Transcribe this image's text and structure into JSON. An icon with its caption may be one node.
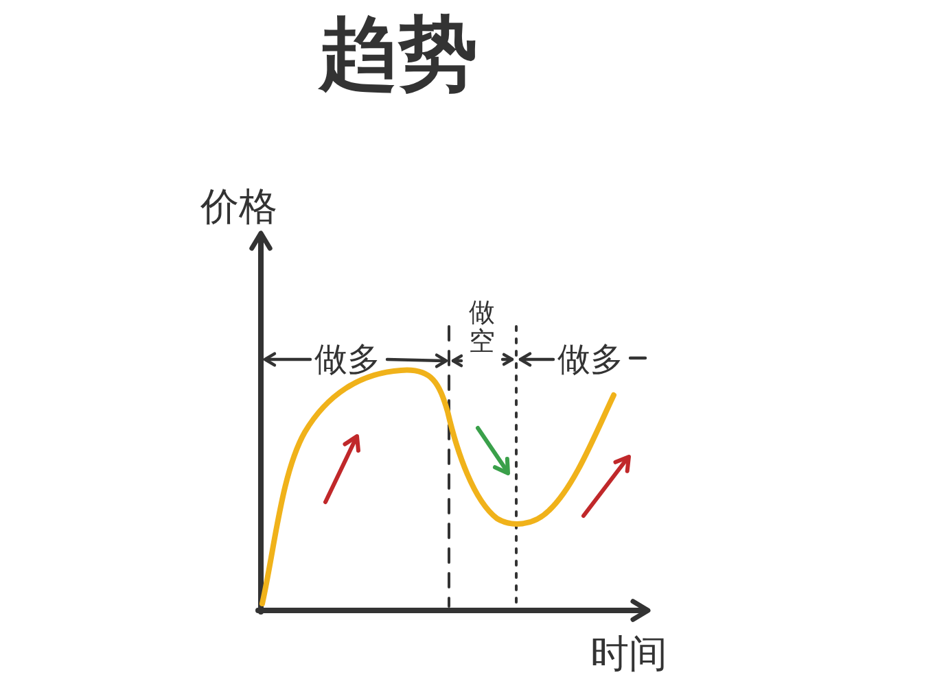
{
  "diagram": {
    "title": "趋势",
    "labels": [
      "价格",
      "做多",
      "做空",
      "做多",
      "时间"
    ]
  }
}
